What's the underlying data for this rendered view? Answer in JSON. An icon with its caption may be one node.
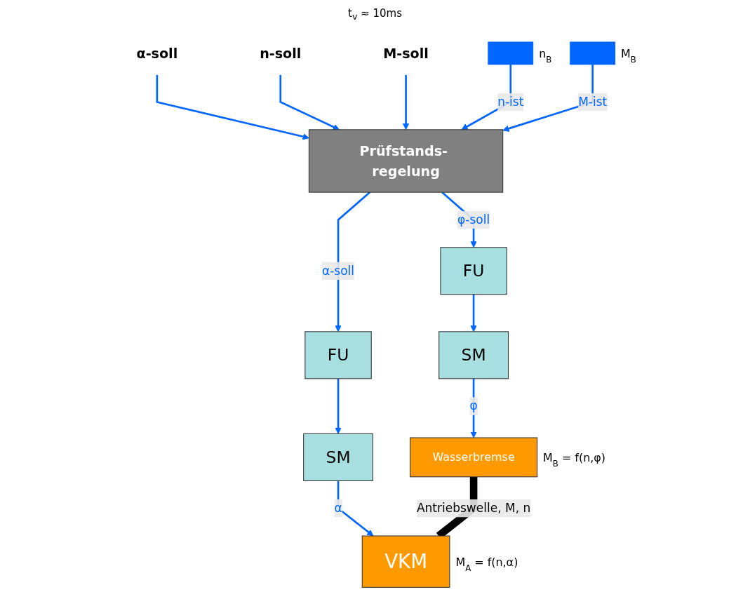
{
  "diagram": {
    "nodes": [
      {
        "text": [
          "α-soll"
        ]
      },
      {
        "text": [
          "n-soll"
        ]
      },
      {
        "text": [
          "M-soll"
        ]
      },
      {
        "text": [
          "Prüfstands- regelung"
        ]
      },
      {
        "text": [
          "FU"
        ]
      },
      {
        "text": [
          "SM"
        ]
      },
      {
        "text": [
          "Wasserbremse"
        ],
        "beside": [
          "M$_{B}$ = f(n,φ)"
        ]
      },
      {
        "text": [],
        "shape": "box",
        "beside": [
          "n$_{B}$"
        ]
      },
      {
        "text": [],
        "shape": "box",
        "beside": [
          "M$_{B}$"
        ]
      },
      {
        "text": [
          "VKM"
        ],
        "beside": [
          "M$_{A}$ = f(n,α)"
        ]
      },
      {
        "text": [
          "FU"
        ]
      },
      {
        "text": [
          "SM"
        ]
      }
    ],
    "edges": [
      {
        "from": 0,
        "to": 3,
        "arrow": "to"
      },
      {
        "from": 1,
        "to": 3,
        "arrow": "to"
      },
      {
        "from": 2,
        "to": 3,
        "arrow": "to"
      },
      {
        "from": 3,
        "to": 4,
        "arrow": "to",
        "label": "φ-soll"
      },
      {
        "from": 3,
        "to": 10,
        "arrow": "to",
        "label": "α-soll"
      },
      {
        "from": 4,
        "to": 5,
        "arrow": "to"
      },
      {
        "from": 5,
        "to": 6,
        "arrow": "to",
        "label": "φ"
      },
      {
        "from": 10,
        "to": 11,
        "arrow": "to"
      },
      {
        "from": 11,
        "to": 9,
        "arrow": "to",
        "label": "α"
      },
      {
        "from": 7,
        "to": 3,
        "arrow": "to",
        "label": "n-ist"
      },
      {
        "from": 8,
        "to": 3,
        "arrow": "to",
        "label": "M-ist"
      },
      {
        "from": 6,
        "to": 9,
        "arrow": "none",
        "label": "Antriebswelle, M, n",
        "style": "thick",
        "color": "#000000"
      }
    ],
    "labels": [
      "t$_{v}$ ≈ 10ms"
    ]
  }
}
